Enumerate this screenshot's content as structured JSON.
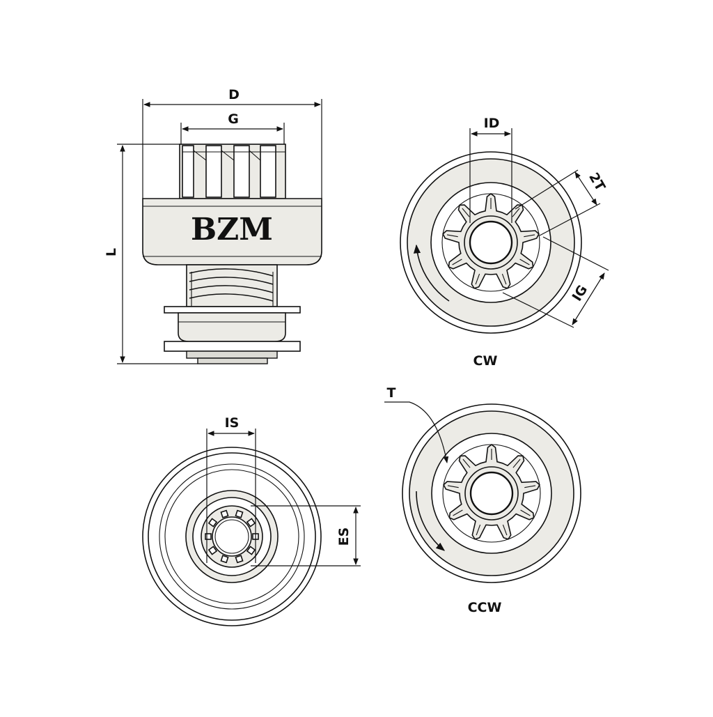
{
  "brand": "BZM",
  "dimensions": {
    "d": "D",
    "g": "G",
    "l": "L",
    "id": "ID",
    "two_t": "2T",
    "ig": "IG",
    "is": "IS",
    "es": "ES",
    "t": "T"
  },
  "views": {
    "cw": "CW",
    "ccw": "CCW"
  },
  "colors": {
    "line": "#111111",
    "body_fill": "#ecebe6",
    "background": "#ffffff"
  }
}
